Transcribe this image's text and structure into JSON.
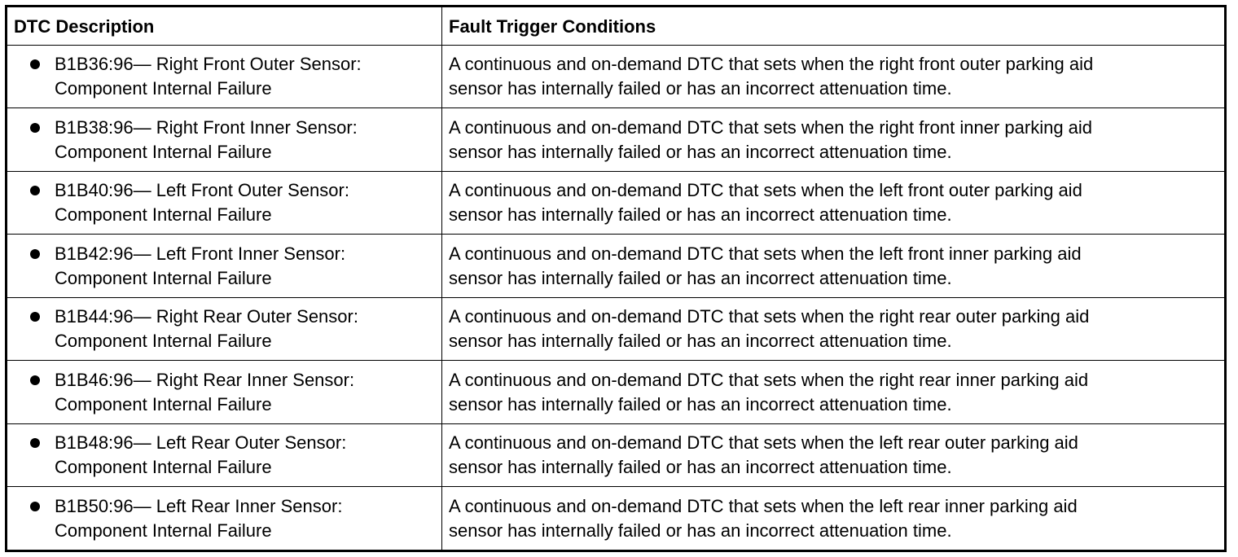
{
  "table": {
    "headers": [
      "DTC Description",
      "Fault Trigger Conditions"
    ],
    "rows": [
      {
        "desc_line1": "B1B36:96— Right Front Outer Sensor:",
        "desc_line2": "Component Internal Failure",
        "cond_line1": "A continuous and on-demand DTC that sets when the right front outer parking aid",
        "cond_line2": "sensor has internally failed or has an incorrect attenuation time."
      },
      {
        "desc_line1": "B1B38:96— Right Front Inner Sensor:",
        "desc_line2": "Component Internal Failure",
        "cond_line1": "A continuous and on-demand DTC that sets when the right front inner parking aid",
        "cond_line2": "sensor has internally failed or has an incorrect attenuation time."
      },
      {
        "desc_line1": "B1B40:96— Left Front Outer Sensor:",
        "desc_line2": "Component Internal Failure",
        "cond_line1": "A continuous and on-demand DTC that sets when the left front outer parking aid",
        "cond_line2": "sensor has internally failed or has an incorrect attenuation time."
      },
      {
        "desc_line1": "B1B42:96— Left Front Inner Sensor:",
        "desc_line2": "Component Internal Failure",
        "cond_line1": "A continuous and on-demand DTC that sets when the left front inner parking aid",
        "cond_line2": "sensor has internally failed or has an incorrect attenuation time."
      },
      {
        "desc_line1": "B1B44:96— Right Rear Outer Sensor:",
        "desc_line2": "Component Internal Failure",
        "cond_line1": "A continuous and on-demand DTC that sets when the right rear outer parking aid",
        "cond_line2": "sensor has internally failed or has an incorrect attenuation time."
      },
      {
        "desc_line1": "B1B46:96— Right Rear Inner Sensor:",
        "desc_line2": "Component Internal Failure",
        "cond_line1": "A continuous and on-demand DTC that sets when the right rear inner parking aid",
        "cond_line2": "sensor has internally failed or has an incorrect attenuation time."
      },
      {
        "desc_line1": "B1B48:96— Left Rear Outer Sensor:",
        "desc_line2": "Component Internal Failure",
        "cond_line1": "A continuous and on-demand DTC that sets when the left rear outer parking aid",
        "cond_line2": "sensor has internally failed or has an incorrect attenuation time."
      },
      {
        "desc_line1": "B1B50:96— Left Rear Inner Sensor:",
        "desc_line2": "Component Internal Failure",
        "cond_line1": "A continuous and on-demand DTC that sets when the left rear inner parking aid",
        "cond_line2": "sensor has internally failed or has an incorrect attenuation time."
      }
    ]
  }
}
